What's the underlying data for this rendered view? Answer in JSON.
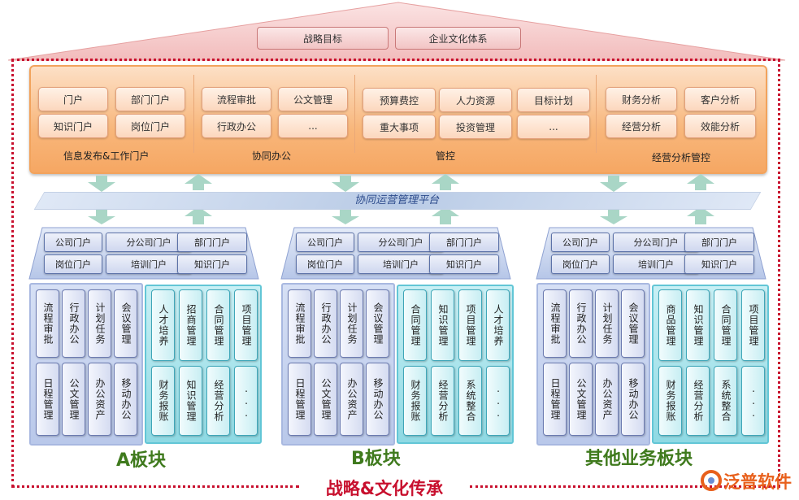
{
  "roof": {
    "items": [
      "战略目标",
      "企业文化体系"
    ]
  },
  "top": {
    "groups": [
      {
        "label": "信息发布&工作门户",
        "items": [
          "门户",
          "部门门户",
          "知识门户",
          "岗位门户"
        ]
      },
      {
        "label": "协同办公",
        "items": [
          "流程审批",
          "公文管理",
          "行政办公",
          "..."
        ]
      },
      {
        "label": "管控",
        "items": [
          "预算费控",
          "人力资源",
          "目标计划",
          "重大事项",
          "投资管理",
          "..."
        ]
      },
      {
        "label": "经营分析管控",
        "items": [
          "财务分析",
          "客户分析",
          "经营分析",
          "效能分析"
        ]
      }
    ]
  },
  "platform": {
    "label": "协同运营管理平台"
  },
  "blocks": [
    {
      "name": "A板块",
      "portals": [
        "公司门户",
        "分公司门户",
        "部门门户",
        "岗位门户",
        "培训门户",
        "知识门户"
      ],
      "left": [
        "流程审批",
        "行政办公",
        "计划任务",
        "会议管理",
        "日程管理",
        "公文管理",
        "办公资产",
        "移动办公"
      ],
      "right": [
        "人才培养",
        "招商管理",
        "合同管理",
        "项目管理",
        "财务报账",
        "知识管理",
        "经营分析",
        "..."
      ]
    },
    {
      "name": "B板块",
      "portals": [
        "公司门户",
        "分公司门户",
        "部门门户",
        "岗位门户",
        "培训门户",
        "知识门户"
      ],
      "left": [
        "流程审批",
        "行政办公",
        "计划任务",
        "会议管理",
        "日程管理",
        "公文管理",
        "办公资产",
        "移动办公"
      ],
      "right": [
        "合同管理",
        "知识管理",
        "项目管理",
        "人才培养",
        "财务报账",
        "经营分析",
        "系统整合",
        "..."
      ]
    },
    {
      "name": "其他业务板块",
      "portals": [
        "公司门户",
        "分公司门户",
        "部门门户",
        "岗位门户",
        "培训门户",
        "知识门户"
      ],
      "left": [
        "流程审批",
        "行政办公",
        "计划任务",
        "会议管理",
        "日程管理",
        "公文管理",
        "办公资产",
        "移动办公"
      ],
      "right": [
        "商品管理",
        "知识管理",
        "合同管理",
        "项目管理",
        "财务报账",
        "经营分析",
        "系统整合",
        "..."
      ]
    }
  ],
  "footer": {
    "title": "战略&文化传承"
  },
  "logo": {
    "text": "泛普软件",
    "icon": "fanpu-logo-icon",
    "color": "#e8601c"
  },
  "colors": {
    "frame": "#c8102e",
    "block_label": "#3f7a1d",
    "roof": "#f2c4c4",
    "top_panel": "#f8b67a"
  }
}
